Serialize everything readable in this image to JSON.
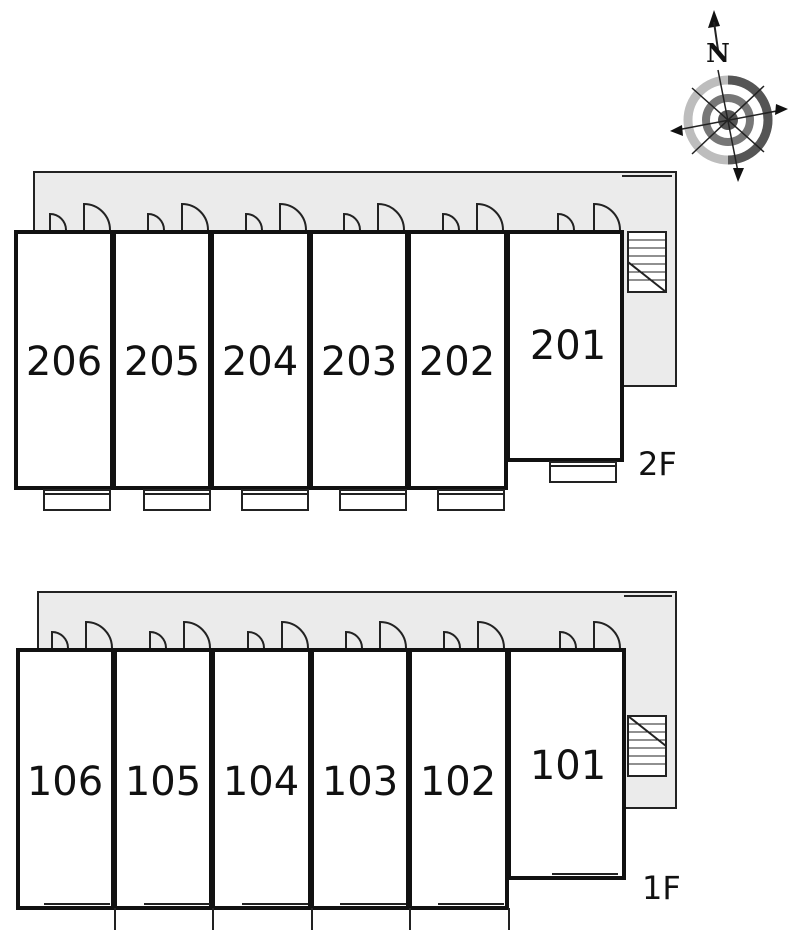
{
  "compass": {
    "north_label": "N"
  },
  "floors": [
    {
      "label": "2F",
      "units": [
        "206",
        "205",
        "204",
        "203",
        "202",
        "201"
      ]
    },
    {
      "label": "1F",
      "units": [
        "106",
        "105",
        "104",
        "103",
        "102",
        "101"
      ]
    }
  ],
  "colors": {
    "corridor": "#ebebeb",
    "walls": "#111111",
    "compass_ring_dark": "#555555",
    "compass_ring_light": "#bdbdbd"
  }
}
